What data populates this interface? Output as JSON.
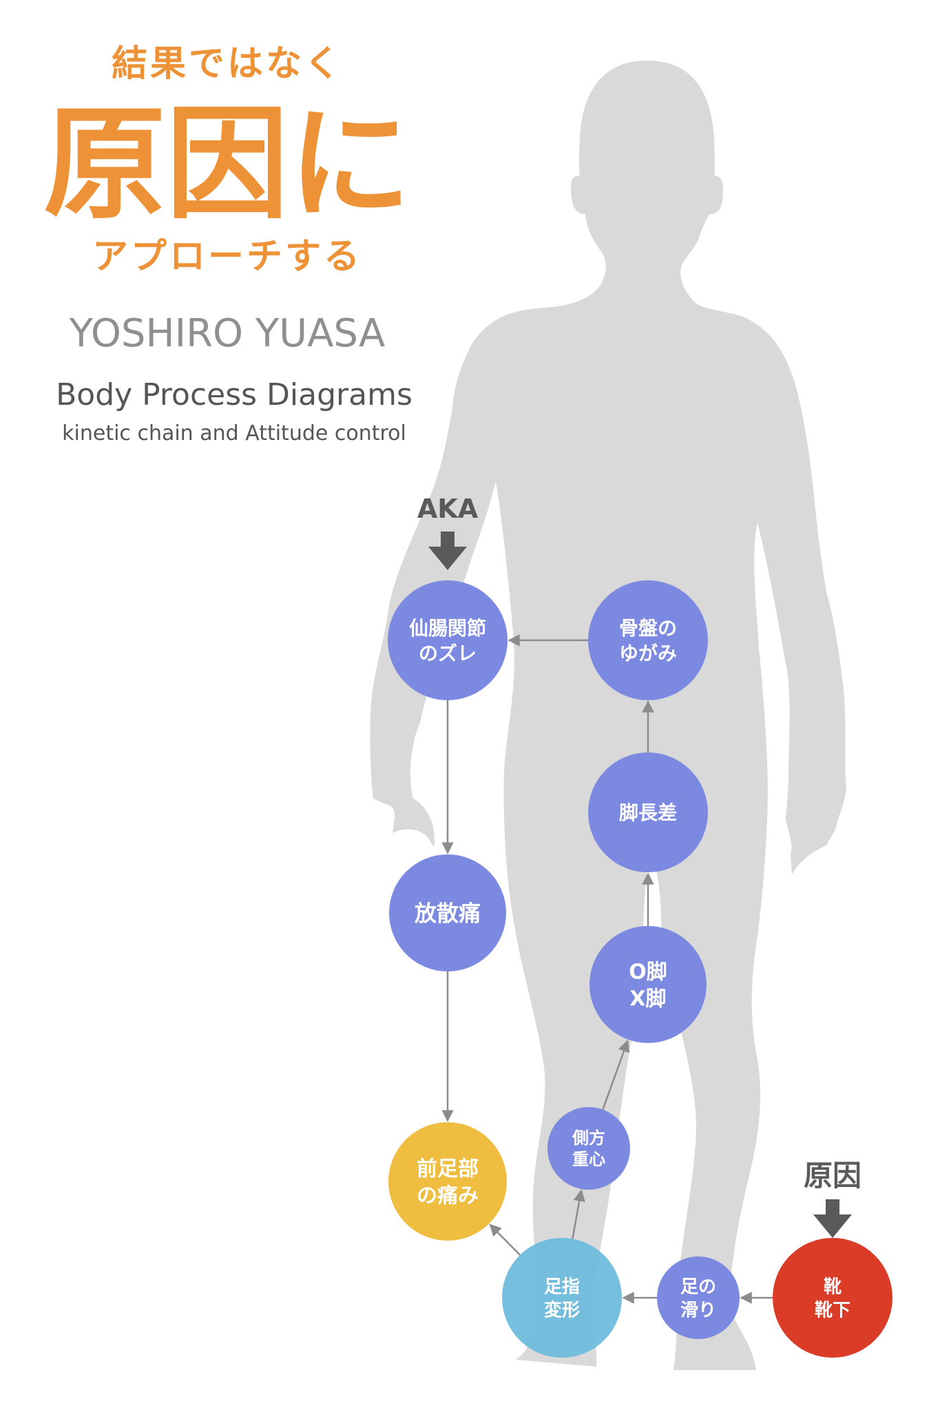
{
  "header": {
    "line1": "結果ではなく",
    "line2": "原因に",
    "line3": "アプローチする",
    "author": "YOSHIRO YUASA",
    "subtitle": "Body Process Diagrams",
    "tagline": "kinetic chain and Attitude control"
  },
  "colors": {
    "title": "#ee9237",
    "silhouette": "#d9d9d9",
    "node_default": "#7b89e0",
    "node_result": "#efbd40",
    "node_toe": "#6fbcdc",
    "node_cause": "#db3c28",
    "arrow": "#8c8c8c",
    "marker": "#5a5a5a"
  },
  "markers": [
    {
      "id": "aka",
      "label": "AKA",
      "target": "si_joint"
    },
    {
      "id": "cause",
      "label": "原因",
      "target": "shoes"
    }
  ],
  "nodes": [
    {
      "id": "si_joint",
      "lines": [
        "仙腸関節",
        "のズレ"
      ],
      "type": "default"
    },
    {
      "id": "pelvis",
      "lines": [
        "骨盤の",
        "ゆがみ"
      ],
      "type": "default"
    },
    {
      "id": "leg_length",
      "lines": [
        "脚長差"
      ],
      "type": "default"
    },
    {
      "id": "sciatica",
      "lines": [
        "放散痛"
      ],
      "type": "default"
    },
    {
      "id": "ox_legs",
      "lines": [
        "O脚",
        "X脚"
      ],
      "type": "default"
    },
    {
      "id": "lateral",
      "lines": [
        "側方",
        "重心"
      ],
      "type": "default"
    },
    {
      "id": "forefoot",
      "lines": [
        "前足部",
        "の痛み"
      ],
      "type": "result"
    },
    {
      "id": "toe",
      "lines": [
        "足指",
        "変形"
      ],
      "type": "toe"
    },
    {
      "id": "slip",
      "lines": [
        "足の",
        "滑り"
      ],
      "type": "default"
    },
    {
      "id": "shoes",
      "lines": [
        "靴",
        "靴下"
      ],
      "type": "cause"
    }
  ],
  "edges": [
    {
      "from": "shoes",
      "to": "slip"
    },
    {
      "from": "slip",
      "to": "toe"
    },
    {
      "from": "toe",
      "to": "forefoot"
    },
    {
      "from": "toe",
      "to": "lateral"
    },
    {
      "from": "lateral",
      "to": "ox_legs"
    },
    {
      "from": "ox_legs",
      "to": "leg_length"
    },
    {
      "from": "leg_length",
      "to": "pelvis"
    },
    {
      "from": "pelvis",
      "to": "si_joint"
    },
    {
      "from": "si_joint",
      "to": "sciatica"
    },
    {
      "from": "sciatica",
      "to": "forefoot"
    }
  ]
}
